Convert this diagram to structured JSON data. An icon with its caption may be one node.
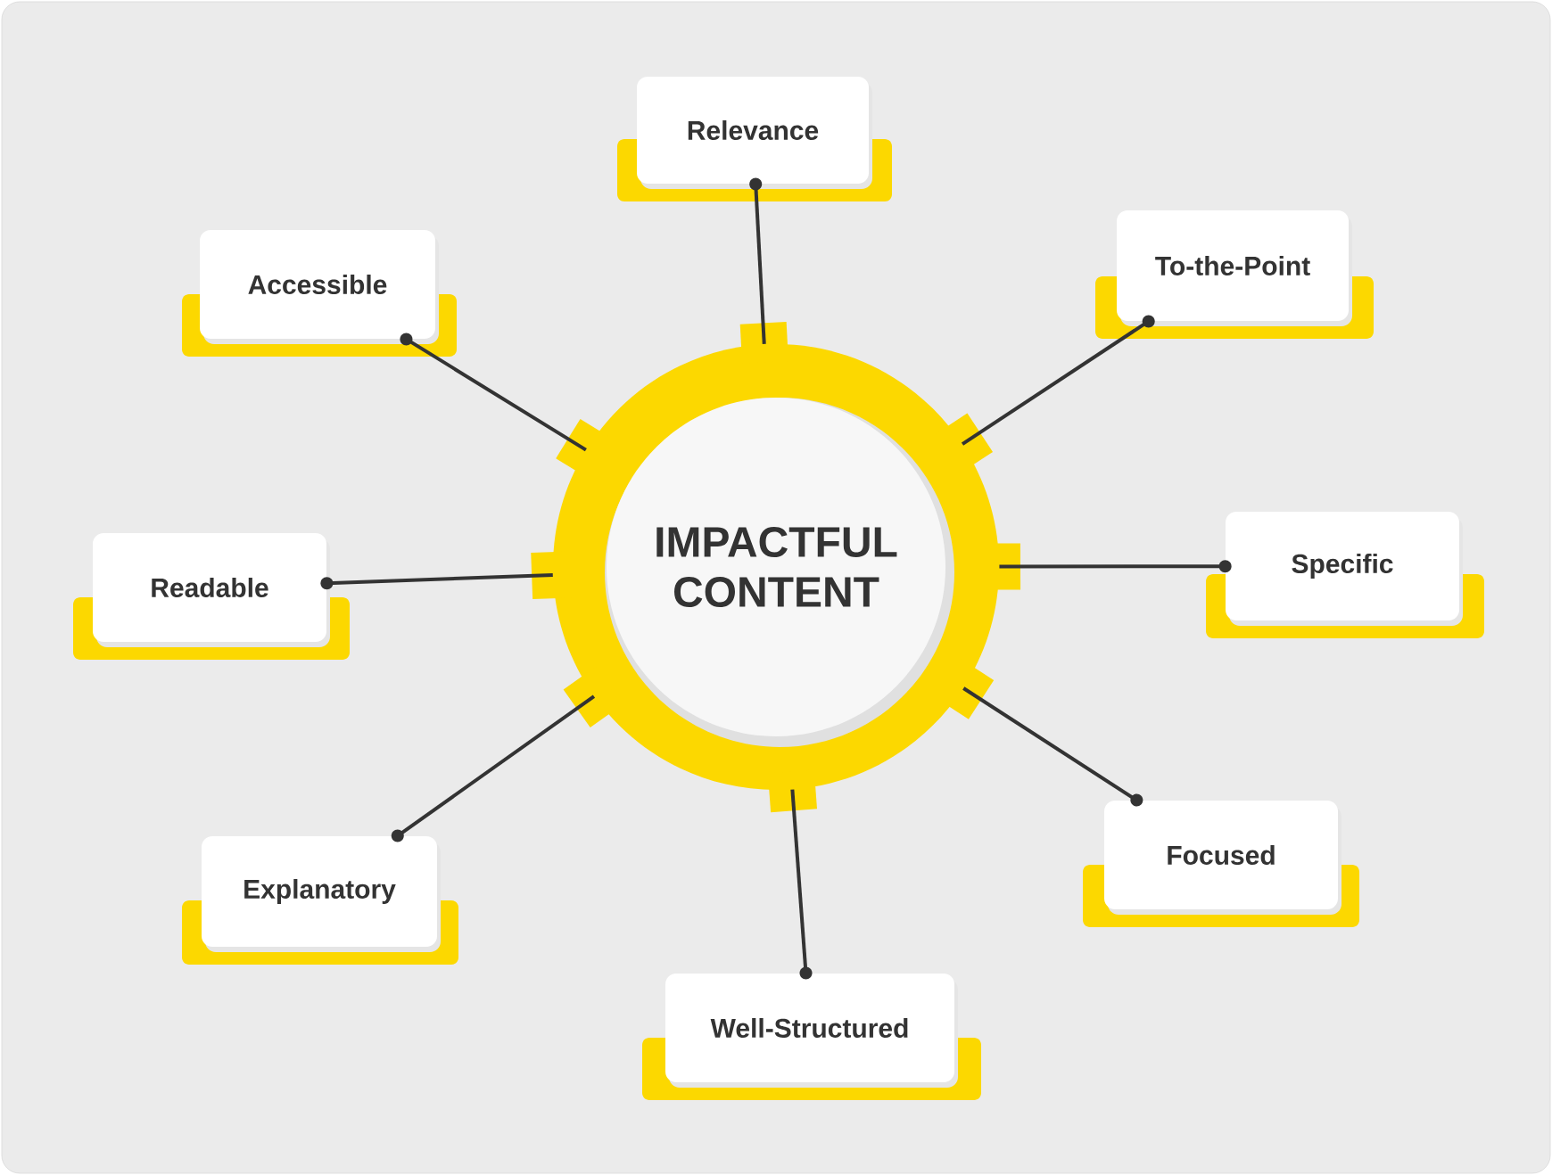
{
  "diagram": {
    "nodes": [
      {
        "text": [
          "IMPACTFUL CONTENT"
        ]
      },
      {
        "text": [
          "Relevance"
        ]
      },
      {
        "text": [
          "Accessible"
        ]
      },
      {
        "text": [
          "To-the-Point"
        ]
      },
      {
        "text": [
          "Readable"
        ]
      },
      {
        "text": [
          "Specific"
        ]
      },
      {
        "text": [
          "Explanatory"
        ]
      },
      {
        "text": [
          "Focused"
        ]
      },
      {
        "text": [
          "Well-Structured"
        ]
      }
    ],
    "edges": [
      {
        "from": 0,
        "to": 1,
        "arrow": "other"
      },
      {
        "from": 0,
        "to": 2,
        "arrow": "other"
      },
      {
        "from": 0,
        "to": 3,
        "arrow": "other"
      },
      {
        "from": 0,
        "to": 4,
        "arrow": "other"
      },
      {
        "from": 0,
        "to": 5,
        "arrow": "other"
      },
      {
        "from": 0,
        "to": 6,
        "arrow": "other"
      },
      {
        "from": 0,
        "to": 7,
        "arrow": "other"
      },
      {
        "from": 0,
        "to": 8,
        "arrow": "other"
      }
    ]
  }
}
